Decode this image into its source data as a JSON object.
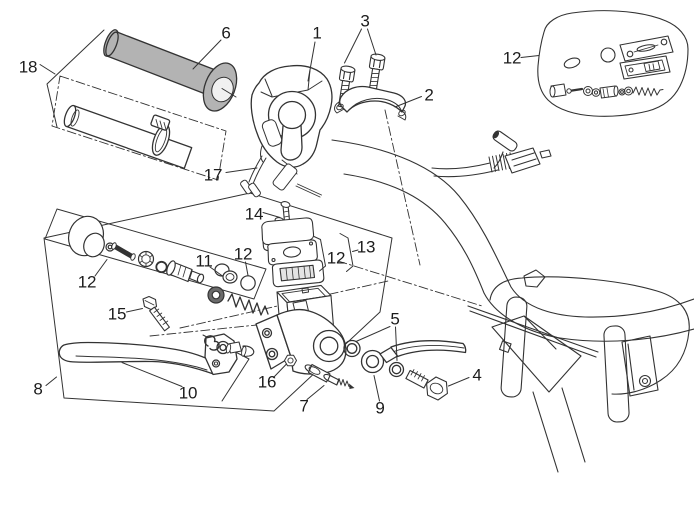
{
  "diagram": {
    "kind": "exploded-parts-diagram",
    "subject": "front brake master cylinder, throttle grip and controls",
    "background_color": "#ffffff",
    "line_color": "#333333",
    "grip_fill_color": "#b3b3b3",
    "grip_end_cap_color": "#f1f1f1",
    "seal_fill_color": "#6b6b6b",
    "callouts": [
      {
        "label": "18"
      },
      {
        "label": "6"
      },
      {
        "label": "1"
      },
      {
        "label": "3"
      },
      {
        "label": "2"
      },
      {
        "label": "12"
      },
      {
        "label": "17"
      },
      {
        "label": "14"
      },
      {
        "label": "12"
      },
      {
        "label": "11"
      },
      {
        "label": "13"
      },
      {
        "label": "12"
      },
      {
        "label": "12"
      },
      {
        "label": "15"
      },
      {
        "label": "8"
      },
      {
        "label": "10"
      },
      {
        "label": "16"
      },
      {
        "label": "7"
      },
      {
        "label": "9"
      },
      {
        "label": "5"
      },
      {
        "label": "4"
      }
    ]
  }
}
